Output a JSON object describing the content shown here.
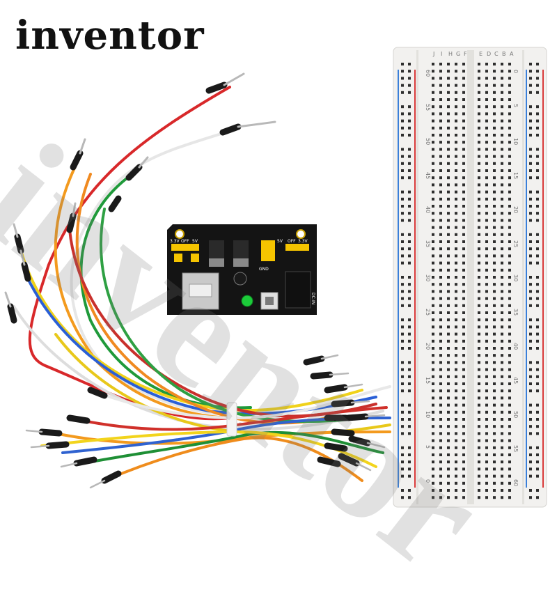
{
  "brand": {
    "name": "inventor"
  },
  "watermark": {
    "text": "inventor"
  },
  "power_module": {
    "labels": {
      "v33_left": "3.3V",
      "off_left": "OFF",
      "v5_left": "5V",
      "v5_right": "5V",
      "off_right": "OFF",
      "v33_right": "3.3V",
      "gnd": "GND",
      "dc": "DC-IN"
    }
  },
  "breadboard": {
    "rows_left": [
      "A",
      "B",
      "C",
      "D",
      "E"
    ],
    "rows_right": [
      "F",
      "G",
      "H",
      "I",
      "J"
    ],
    "column_numbers": [
      "60",
      "55",
      "50",
      "45",
      "40",
      "35",
      "30",
      "25",
      "20",
      "15",
      "10",
      "5",
      "0"
    ],
    "column_numbers_rev": [
      "0",
      "5",
      "10",
      "15",
      "20",
      "25",
      "30",
      "35",
      "40",
      "45",
      "50",
      "55",
      "60"
    ]
  },
  "colors": {
    "red_rail": "#d93a3a",
    "blue_rail": "#3a7fd9",
    "board": "#f2f1ef",
    "module": "#141414",
    "header": "#f5c400"
  }
}
